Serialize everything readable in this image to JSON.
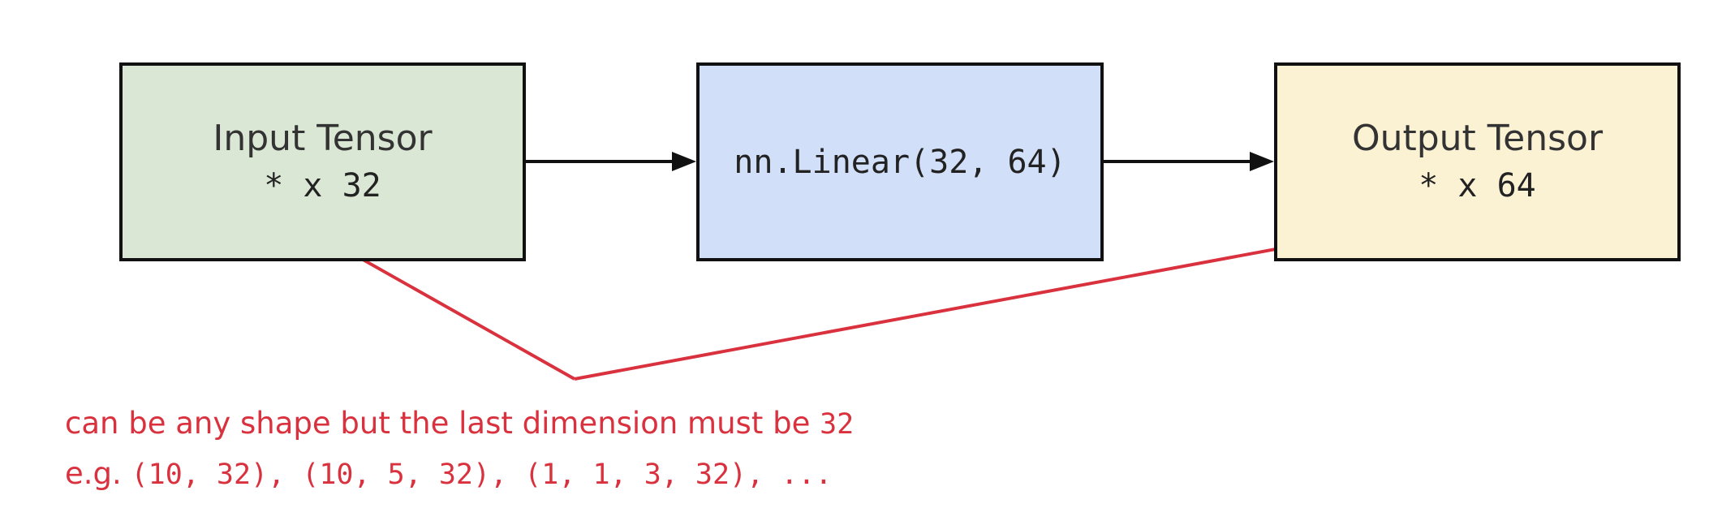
{
  "colors": {
    "input_fill": "#d9e7d4",
    "linear_fill": "#d2dff8",
    "output_fill": "#fbf1d3",
    "stroke": "#111111",
    "annotation": "#d9323e"
  },
  "nodes": {
    "input": {
      "title": "Input Tensor",
      "shape": "* x 32"
    },
    "linear": {
      "code": "nn.Linear(32, 64)"
    },
    "output": {
      "title": "Output Tensor",
      "shape": "* x 64"
    }
  },
  "annotation": {
    "line1_text": "can be any shape but the last dimension must be ",
    "line1_code": "32",
    "line2_prefix": "e.g. ",
    "line2_code": "(10, 32), (10, 5, 32), (1, 1, 3, 32), ..."
  }
}
